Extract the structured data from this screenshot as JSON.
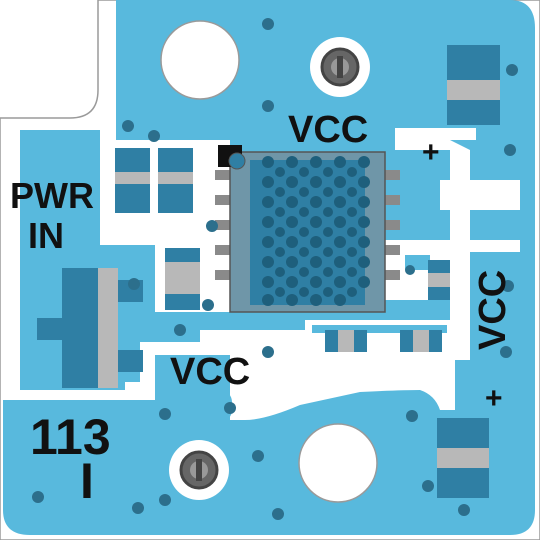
{
  "board": {
    "labels": {
      "vcc_top": "VCC",
      "vcc_right": "VCC",
      "vcc_bottom": "VCC",
      "pwr": "PWR",
      "in": "IN",
      "board_number": "113",
      "board_revision": "I",
      "plus_top": "+",
      "plus_bottom": "+"
    },
    "colors": {
      "background": "#ffffff",
      "board_outline": "#9a9a9a",
      "copper_pour": "#58b9dd",
      "via": "#2c6f8c",
      "pad_dark": "#2f7fa4",
      "component_body": "#b8b8b8",
      "ic_body": "#8a8a8a",
      "silkscreen": "#111111"
    }
  }
}
